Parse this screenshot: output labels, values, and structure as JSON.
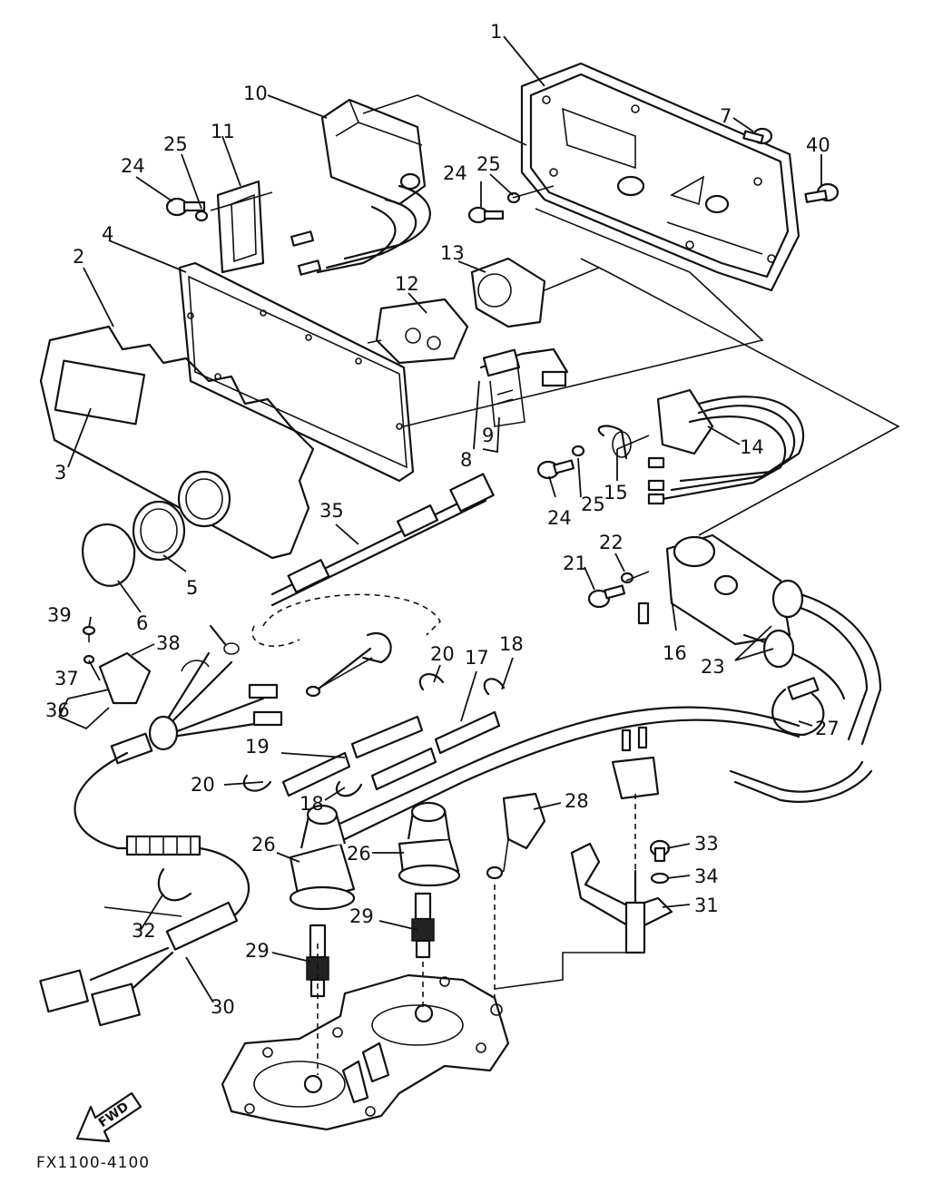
{
  "diagram_code": "FX1100-4100",
  "fwd_label": "FWD",
  "callouts": {
    "c1": "1",
    "c2": "2",
    "c3": "3",
    "c4": "4",
    "c5": "5",
    "c6": "6",
    "c7": "7",
    "c8": "8",
    "c9": "9",
    "c10": "10",
    "c11": "11",
    "c12": "12",
    "c13": "13",
    "c14": "14",
    "c15": "15",
    "c16": "16",
    "c17": "17",
    "c18a": "18",
    "c18b": "18",
    "c19": "19",
    "c20a": "20",
    "c20b": "20",
    "c21": "21",
    "c22": "22",
    "c23": "23",
    "c24a": "24",
    "c24b": "24",
    "c24c": "24",
    "c25a": "25",
    "c25b": "25",
    "c25c": "25",
    "c26a": "26",
    "c26b": "26",
    "c27": "27",
    "c28": "28",
    "c29a": "29",
    "c29b": "29",
    "c30": "30",
    "c31": "31",
    "c32": "32",
    "c33": "33",
    "c34": "34",
    "c35": "35",
    "c36": "36",
    "c37": "37",
    "c38": "38",
    "c39": "39",
    "c40": "40"
  }
}
